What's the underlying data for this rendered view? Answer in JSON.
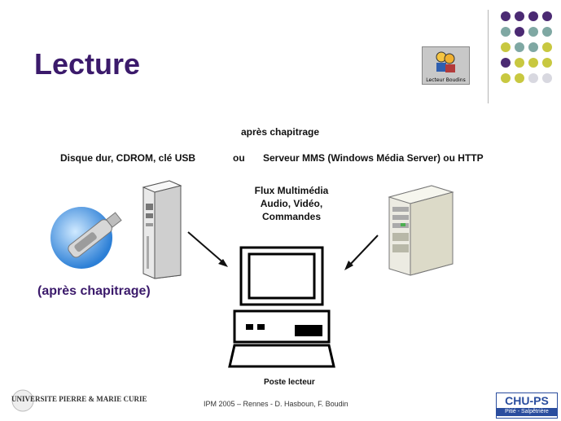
{
  "slide": {
    "title": "Lecture",
    "subtitle_top": "après chapitrage",
    "source_local": "Disque dur, CDROM, clé USB",
    "or_word": "ou",
    "source_server": "Serveur MMS (Windows Média Server) ou HTTP",
    "flux_line1": "Flux Multimédia",
    "flux_line2": "Audio, Vidéo,",
    "flux_line3": "Commandes",
    "left_caption": "(après chapitrage)",
    "client_caption": "Poste lecteur",
    "footer_text": "IPM 2005 – Rennes - D. Hasboun, F. Boudin",
    "icon_button_label": "Lecteur Boudins",
    "university_name": "UNIVERSITE PIERRE & MARIE CURIE",
    "chu_name": "CHU-PS",
    "chu_sub": "Pitié - Salpêtrière"
  },
  "colors": {
    "title": "#3b1a6b",
    "dot_purple": "#4b2a73",
    "dot_teal": "#7fa8a3",
    "dot_olive": "#c8c840",
    "dot_gray": "#d8d8e0"
  }
}
